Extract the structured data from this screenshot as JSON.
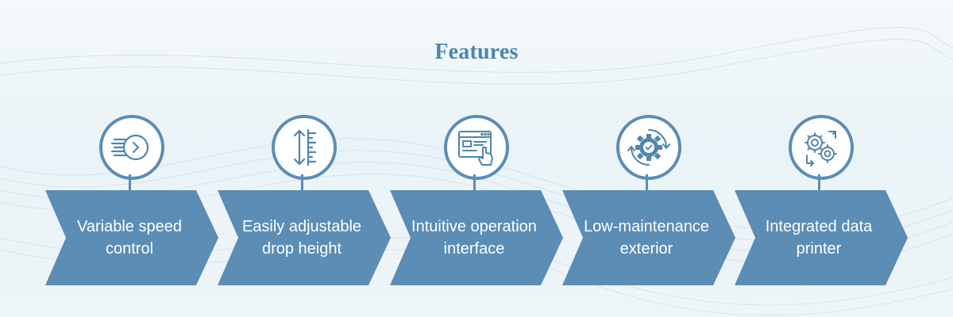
{
  "title": "Features",
  "colors": {
    "accent": "#5b8db5",
    "title": "#4a86ad",
    "text_on_accent": "#ffffff"
  },
  "steps": [
    {
      "label": "Variable speed control",
      "icon": "speedometer-icon"
    },
    {
      "label": "Easily adjustable drop height",
      "icon": "height-ruler-icon"
    },
    {
      "label": "Intuitive operation interface",
      "icon": "touch-interface-icon"
    },
    {
      "label": "Low-maintenance exterior",
      "icon": "gear-check-icon"
    },
    {
      "label": "Integrated data printer",
      "icon": "gears-cycle-icon"
    }
  ]
}
